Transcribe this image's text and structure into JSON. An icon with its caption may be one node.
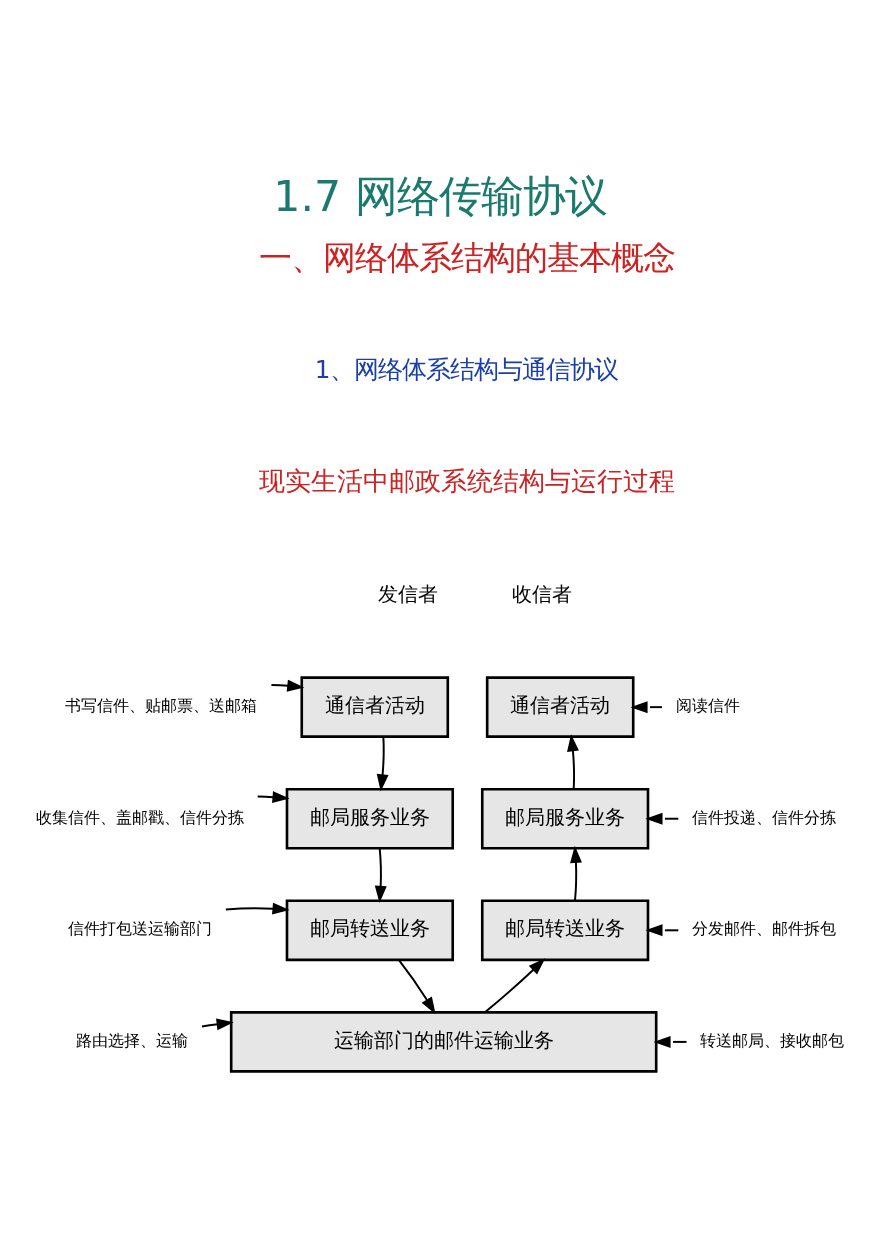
{
  "diagram": {
    "title": "1.7 网络传输协议",
    "nodes": [
      {
        "text": [
          "通信者活动"
        ]
      },
      {
        "text": [
          "邮局服务业务"
        ]
      },
      {
        "text": [
          "邮局转送业务"
        ]
      },
      {
        "text": [
          "运输部门的邮件运输业务"
        ]
      },
      {
        "text": [
          "通信者活动"
        ]
      },
      {
        "text": [
          "邮局服务业务"
        ]
      },
      {
        "text": [
          "邮局转送业务"
        ]
      },
      {
        "text": [
          "书写信件、贴邮票、送邮箱"
        ]
      },
      {
        "text": [
          "收集信件、盖邮戳、信件分拣"
        ]
      },
      {
        "text": [
          "信件打包送运输部门"
        ]
      },
      {
        "text": [
          "路由选择、运输"
        ]
      },
      {
        "text": [
          "阅读信件"
        ]
      },
      {
        "text": [
          "信件投递、信件分拣"
        ]
      },
      {
        "text": [
          "分发邮件、邮件拆包"
        ]
      },
      {
        "text": [
          "转送邮局、接收邮包"
        ]
      }
    ],
    "edges": [
      {
        "from": 0,
        "to": 1,
        "arrow": "to"
      },
      {
        "from": 1,
        "to": 2,
        "arrow": "to"
      },
      {
        "from": 2,
        "to": 3,
        "arrow": "to"
      },
      {
        "from": 3,
        "to": 6,
        "arrow": "to"
      },
      {
        "from": 6,
        "to": 5,
        "arrow": "to"
      },
      {
        "from": 5,
        "to": 4,
        "arrow": "to"
      },
      {
        "from": 7,
        "to": 0,
        "arrow": "to"
      },
      {
        "from": 8,
        "to": 1,
        "arrow": "to"
      },
      {
        "from": 9,
        "to": 2,
        "arrow": "to"
      },
      {
        "from": 10,
        "to": 3,
        "arrow": "to"
      },
      {
        "from": 11,
        "to": 4,
        "arrow": "to"
      },
      {
        "from": 12,
        "to": 5,
        "arrow": "to"
      },
      {
        "from": 13,
        "to": 6,
        "arrow": "to"
      },
      {
        "from": 14,
        "to": 3,
        "arrow": "to"
      }
    ],
    "labels": [
      "一、网络体系结构的基本概念",
      "1、网络体系结构与通信协议",
      "现实生活中邮政系统结构与运行过程",
      "发信者",
      "收信者"
    ]
  }
}
